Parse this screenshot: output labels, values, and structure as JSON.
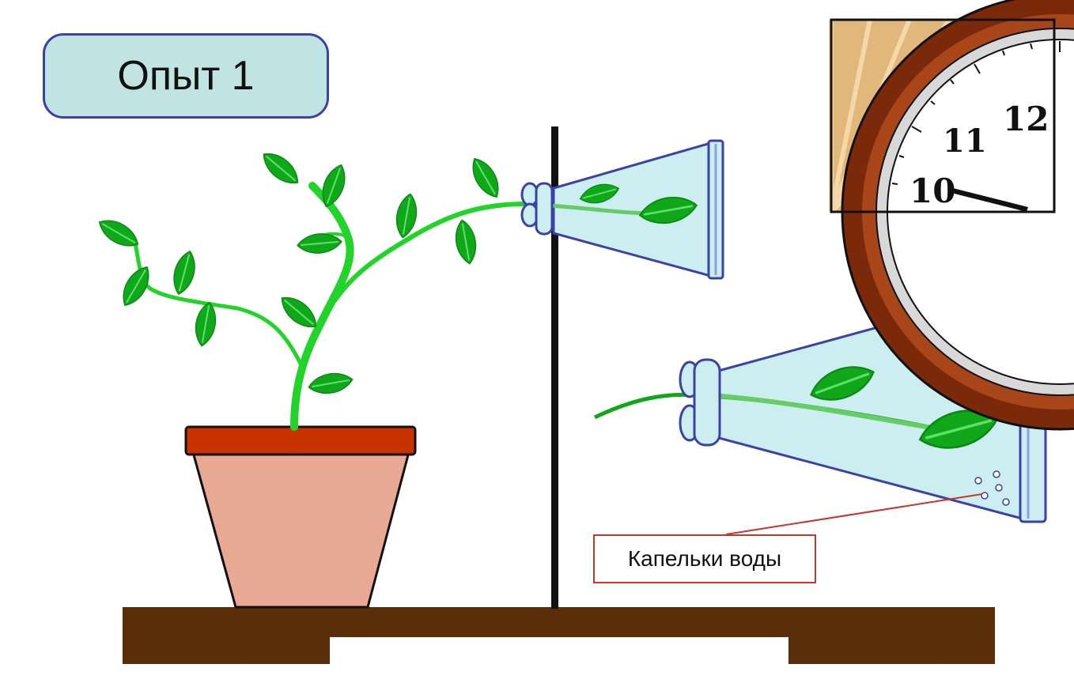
{
  "title": "Опыт 1",
  "annotation": "Капельки воды",
  "clock": {
    "numbers": [
      "12",
      "11",
      "10"
    ]
  },
  "colors": {
    "leaf": "#10a81a",
    "stem": "#22d42a",
    "pot": "#e8a893",
    "pot_rim": "#c83200",
    "table": "#5a2e08",
    "flask_fill": "#cdeef1",
    "flask_edge": "#3a42a8",
    "title_bg": "#bfe4e2"
  }
}
